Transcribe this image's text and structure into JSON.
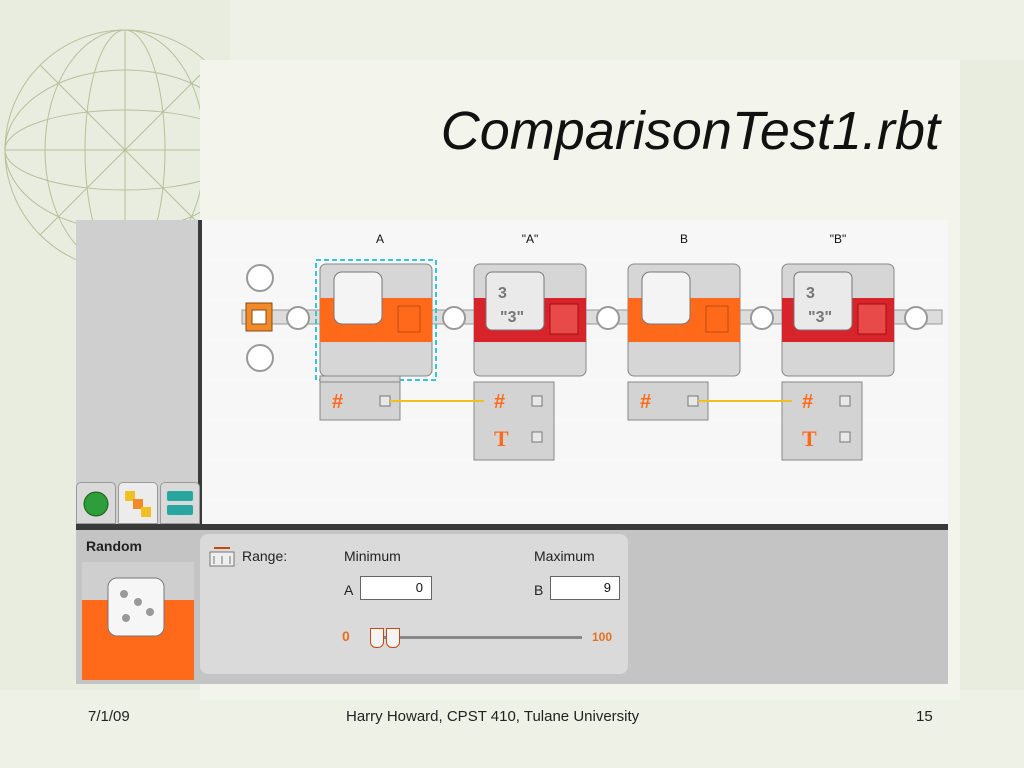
{
  "slide": {
    "title": "ComparisonTest1.rbt",
    "date": "7/1/09",
    "author": "Harry Howard, CPST 410, Tulane University",
    "page": "15"
  },
  "blocks": [
    {
      "label": "A",
      "kind": "random"
    },
    {
      "label": "\"A\"",
      "kind": "number-to-text"
    },
    {
      "label": "B",
      "kind": "random"
    },
    {
      "label": "\"B\"",
      "kind": "number-to-text"
    }
  ],
  "config_panel": {
    "block_name": "Random",
    "range_label": "Range:",
    "minimum_label": "Minimum",
    "maximum_label": "Maximum",
    "a_label": "A",
    "b_label": "B",
    "minimum_value": "0",
    "maximum_value": "9",
    "slider_min_label": "0",
    "slider_max_label": "100"
  },
  "colors": {
    "accent_orange": "#ff6a1a",
    "red": "#d8232a",
    "selection": "#37c6d0",
    "wire": "#f0c020"
  }
}
